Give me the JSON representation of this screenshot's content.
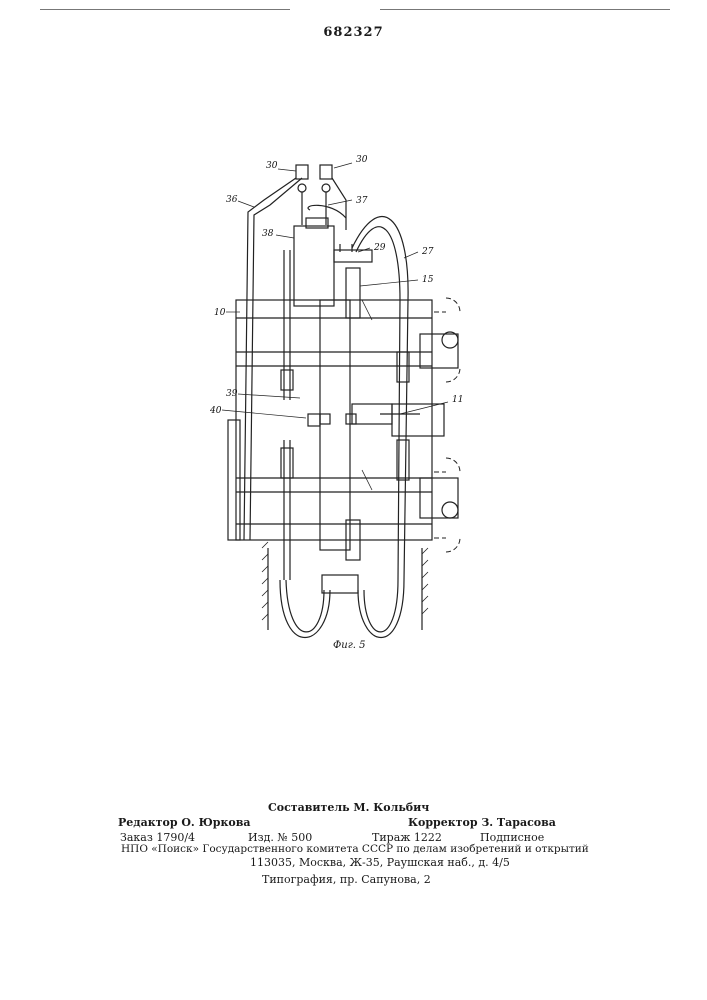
{
  "header": {
    "patent_number": "682327"
  },
  "figure": {
    "caption": "Фиг. 5",
    "labels": {
      "l30a": "30",
      "l30b": "30",
      "l36": "36",
      "l37": "37",
      "l38": "38",
      "l29": "29",
      "l27": "27",
      "l15": "15",
      "l10": "10",
      "l39": "39",
      "l40": "40",
      "l11": "11"
    }
  },
  "imprint": {
    "editor": "Редактор О. Юркова",
    "compiler": "Составитель М. Кольбич",
    "corrector": "Корректор З. Тарасова",
    "order": "Заказ 1790/4",
    "edition": "Изд. № 500",
    "print_run": "Тираж 1222",
    "subscription": "Подписное",
    "publisher_line": "НПО «Поиск» Государственного комитета СССР по делам изобретений и открытий",
    "address": "113035, Москва, Ж-35, Раушская наб., д. 4/5",
    "printing_house": "Типография, пр. Сапунова, 2"
  }
}
